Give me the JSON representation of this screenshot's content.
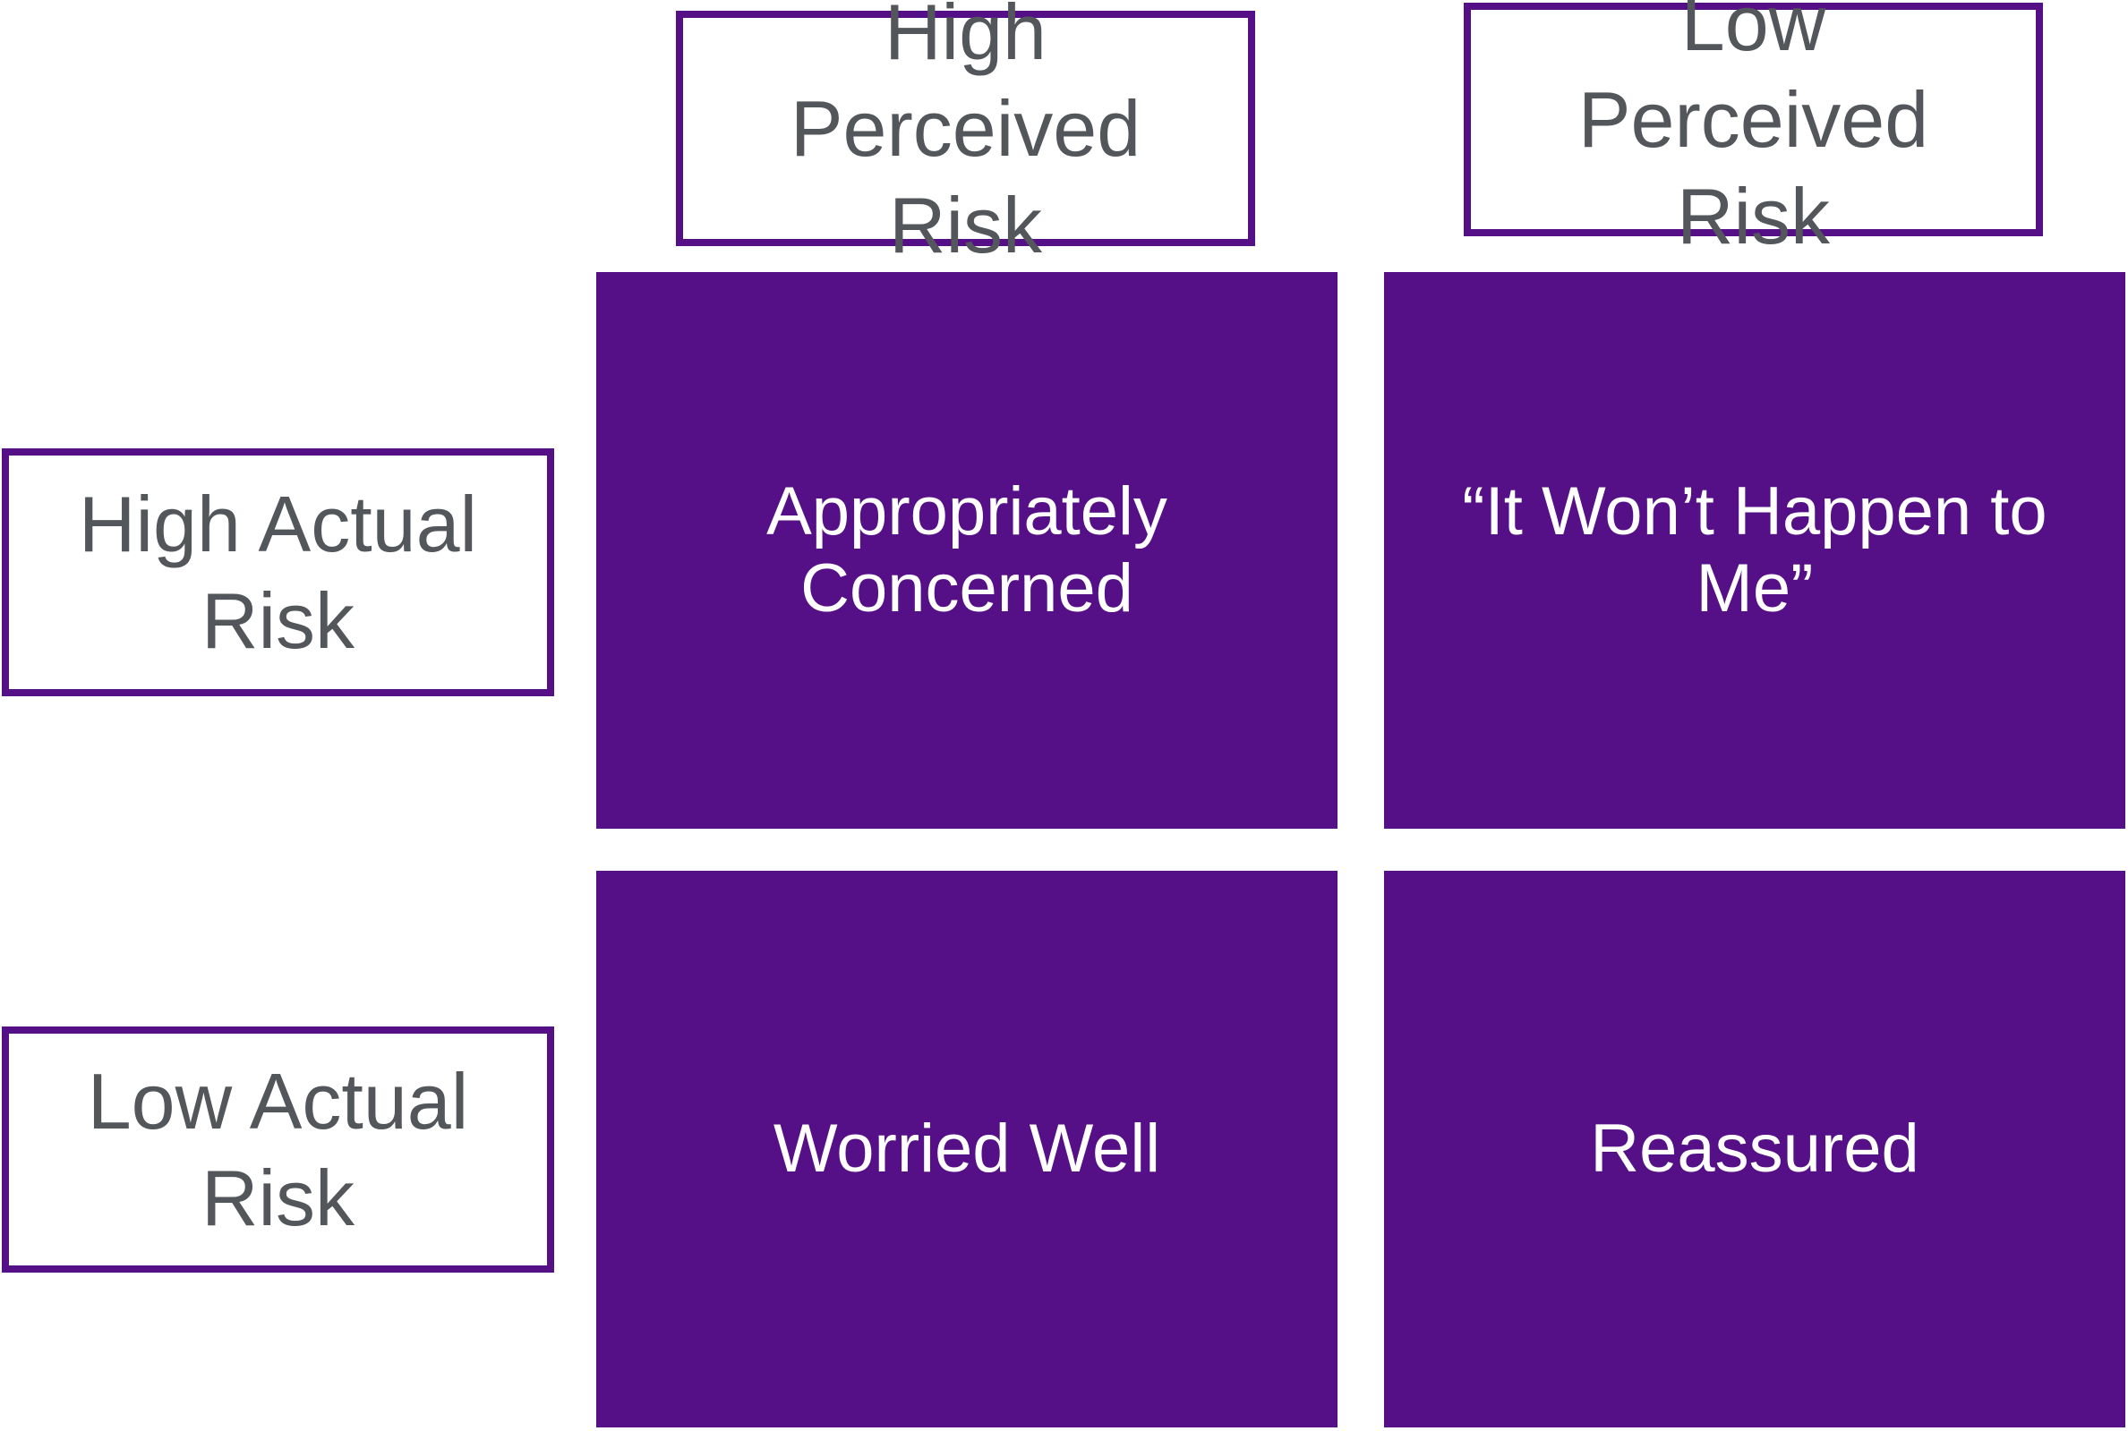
{
  "colors": {
    "accent": "#561087",
    "header_text": "#53565a",
    "quadrant_text": "#ffffff",
    "background": "#ffffff"
  },
  "columns": {
    "high_perceived": "High Perceived Risk",
    "low_perceived": "Low Perceived Risk"
  },
  "rows": {
    "high_actual": "High Actual Risk",
    "low_actual": "Low Actual Risk"
  },
  "quadrants": {
    "high_actual_high_perceived": "Appropriately Concerned",
    "high_actual_low_perceived": "“It Won’t Happen to Me”",
    "low_actual_high_perceived": "Worried Well",
    "low_actual_low_perceived": "Reassured"
  }
}
